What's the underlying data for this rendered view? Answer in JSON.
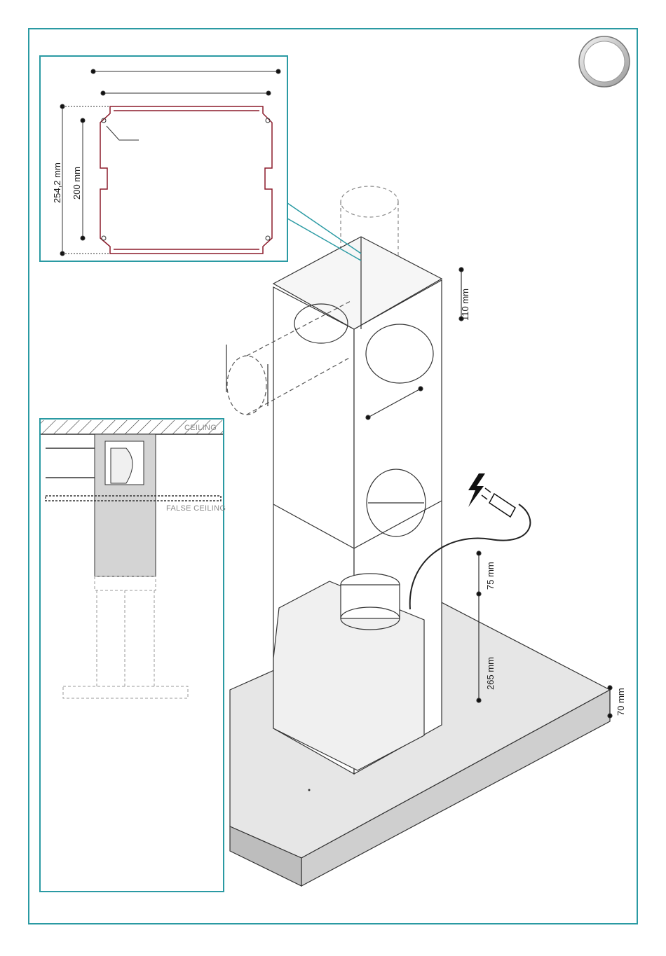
{
  "frame_color": "#2a9aa3",
  "plate_color": "#8b1a2a",
  "inset_top": {
    "dim_overall_height": "254,2 mm",
    "dim_hole_spacing": "200 mm"
  },
  "inset_ceiling": {
    "ceiling_label": "CEILING",
    "false_ceiling_label": "FALSE CEILING"
  },
  "main": {
    "dim_top_offset": "110 mm",
    "dim_duct_offset": "75 mm",
    "dim_motor_height": "265 mm",
    "dim_canopy_thickness": "70 mm"
  },
  "icons": {
    "badge": "step-circle-icon",
    "power": "lightning-icon",
    "plug": "power-plug-icon"
  }
}
